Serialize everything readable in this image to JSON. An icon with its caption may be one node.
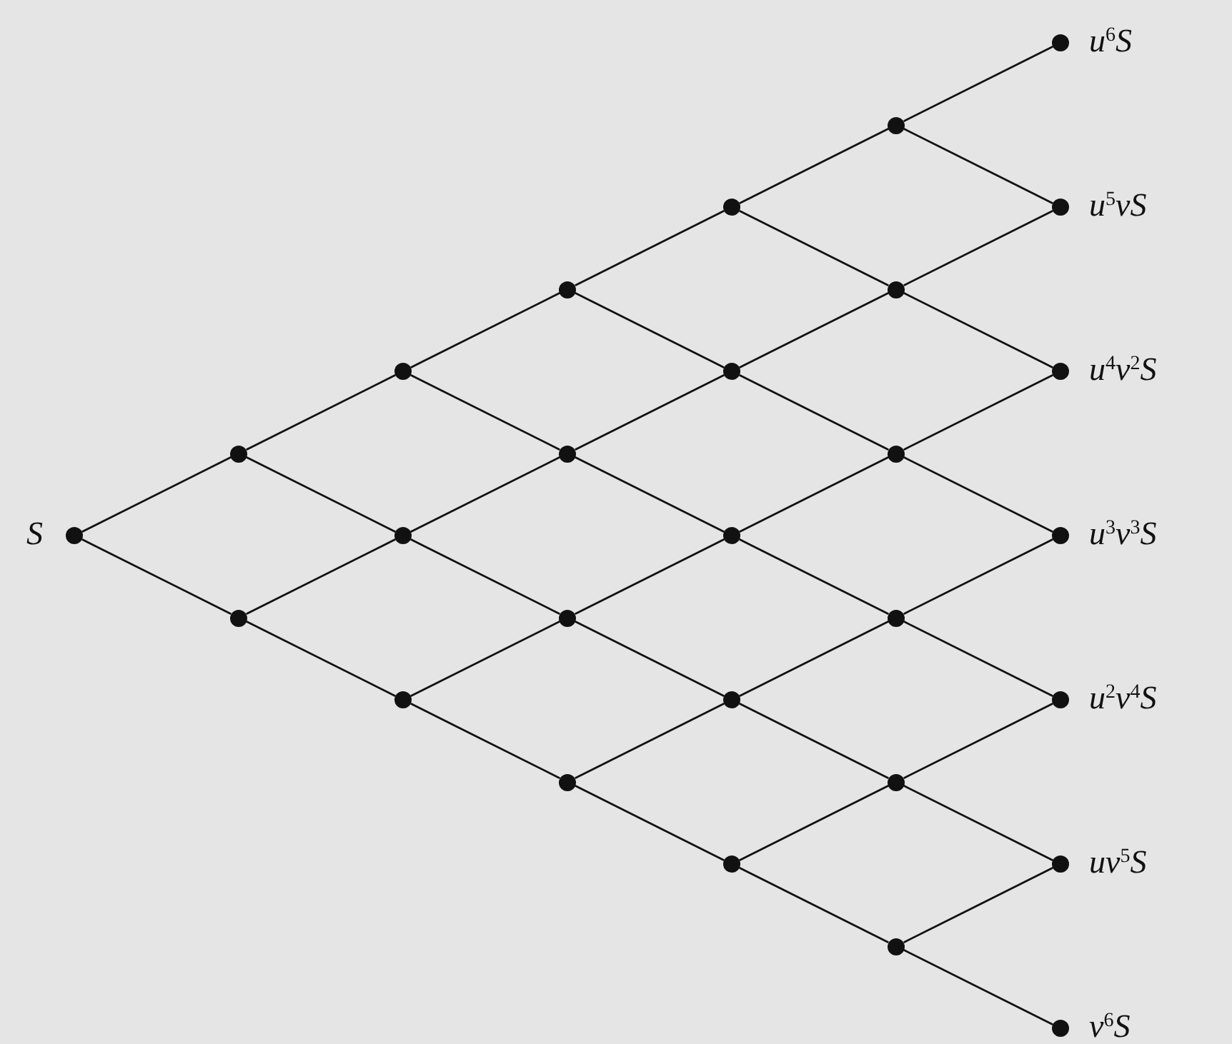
{
  "diagram": {
    "nodes": [
      {
        "text": [],
        "shape": "circle",
        "beside": [
          "S"
        ]
      },
      {
        "text": [],
        "shape": "circle"
      },
      {
        "text": [],
        "shape": "circle"
      },
      {
        "text": [],
        "shape": "circle"
      },
      {
        "text": [],
        "shape": "circle"
      },
      {
        "text": [],
        "shape": "circle"
      },
      {
        "text": [],
        "shape": "circle"
      },
      {
        "text": [],
        "shape": "circle"
      },
      {
        "text": [],
        "shape": "circle"
      },
      {
        "text": [],
        "shape": "circle"
      },
      {
        "text": [],
        "shape": "circle"
      },
      {
        "text": [],
        "shape": "circle"
      },
      {
        "text": [],
        "shape": "circle"
      },
      {
        "text": [],
        "shape": "circle"
      },
      {
        "text": [],
        "shape": "circle"
      },
      {
        "text": [],
        "shape": "circle"
      },
      {
        "text": [],
        "shape": "circle"
      },
      {
        "text": [],
        "shape": "circle"
      },
      {
        "text": [],
        "shape": "circle"
      },
      {
        "text": [],
        "shape": "circle"
      },
      {
        "text": [],
        "shape": "circle"
      },
      {
        "text": [],
        "shape": "circle",
        "beside": [
          "u$^{6}$S"
        ]
      },
      {
        "text": [],
        "shape": "circle",
        "beside": [
          "u$^{5}$vS"
        ]
      },
      {
        "text": [],
        "shape": "circle",
        "beside": [
          "u$^{4}$v$^{2}$S"
        ]
      },
      {
        "text": [],
        "shape": "circle",
        "beside": [
          "u$^{3}$v$^{3}$S"
        ]
      },
      {
        "text": [],
        "shape": "circle",
        "beside": [
          "u$^{2}$v$^{4}$S"
        ]
      },
      {
        "text": [],
        "shape": "circle",
        "beside": [
          "uv$^{5}$S"
        ]
      },
      {
        "text": [],
        "shape": "circle",
        "beside": [
          "v$^{6}$S"
        ]
      }
    ],
    "edges": [
      {
        "from": 0,
        "to": 1,
        "arrow": "none"
      },
      {
        "from": 0,
        "to": 2,
        "arrow": "none"
      },
      {
        "from": 1,
        "to": 3,
        "arrow": "none"
      },
      {
        "from": 1,
        "to": 4,
        "arrow": "none"
      },
      {
        "from": 2,
        "to": 4,
        "arrow": "none"
      },
      {
        "from": 2,
        "to": 5,
        "arrow": "none"
      },
      {
        "from": 3,
        "to": 6,
        "arrow": "none"
      },
      {
        "from": 3,
        "to": 7,
        "arrow": "none"
      },
      {
        "from": 4,
        "to": 7,
        "arrow": "none"
      },
      {
        "from": 4,
        "to": 8,
        "arrow": "none"
      },
      {
        "from": 5,
        "to": 8,
        "arrow": "none"
      },
      {
        "from": 5,
        "to": 9,
        "arrow": "none"
      },
      {
        "from": 6,
        "to": 10,
        "arrow": "none"
      },
      {
        "from": 6,
        "to": 11,
        "arrow": "none"
      },
      {
        "from": 7,
        "to": 11,
        "arrow": "none"
      },
      {
        "from": 7,
        "to": 12,
        "arrow": "none"
      },
      {
        "from": 8,
        "to": 12,
        "arrow": "none"
      },
      {
        "from": 8,
        "to": 13,
        "arrow": "none"
      },
      {
        "from": 9,
        "to": 13,
        "arrow": "none"
      },
      {
        "from": 9,
        "to": 14,
        "arrow": "none"
      },
      {
        "from": 10,
        "to": 15,
        "arrow": "none"
      },
      {
        "from": 10,
        "to": 16,
        "arrow": "none"
      },
      {
        "from": 11,
        "to": 16,
        "arrow": "none"
      },
      {
        "from": 11,
        "to": 17,
        "arrow": "none"
      },
      {
        "from": 12,
        "to": 17,
        "arrow": "none"
      },
      {
        "from": 12,
        "to": 18,
        "arrow": "none"
      },
      {
        "from": 13,
        "to": 18,
        "arrow": "none"
      },
      {
        "from": 13,
        "to": 19,
        "arrow": "none"
      },
      {
        "from": 14,
        "to": 19,
        "arrow": "none"
      },
      {
        "from": 14,
        "to": 20,
        "arrow": "none"
      },
      {
        "from": 15,
        "to": 21,
        "arrow": "none"
      },
      {
        "from": 15,
        "to": 22,
        "arrow": "none"
      },
      {
        "from": 16,
        "to": 22,
        "arrow": "none"
      },
      {
        "from": 16,
        "to": 23,
        "arrow": "none"
      },
      {
        "from": 17,
        "to": 23,
        "arrow": "none"
      },
      {
        "from": 17,
        "to": 24,
        "arrow": "none"
      },
      {
        "from": 18,
        "to": 24,
        "arrow": "none"
      },
      {
        "from": 18,
        "to": 25,
        "arrow": "none"
      },
      {
        "from": 19,
        "to": 25,
        "arrow": "none"
      },
      {
        "from": 19,
        "to": 26,
        "arrow": "none"
      },
      {
        "from": 20,
        "to": 26,
        "arrow": "none"
      },
      {
        "from": 20,
        "to": 27,
        "arrow": "none"
      }
    ]
  }
}
